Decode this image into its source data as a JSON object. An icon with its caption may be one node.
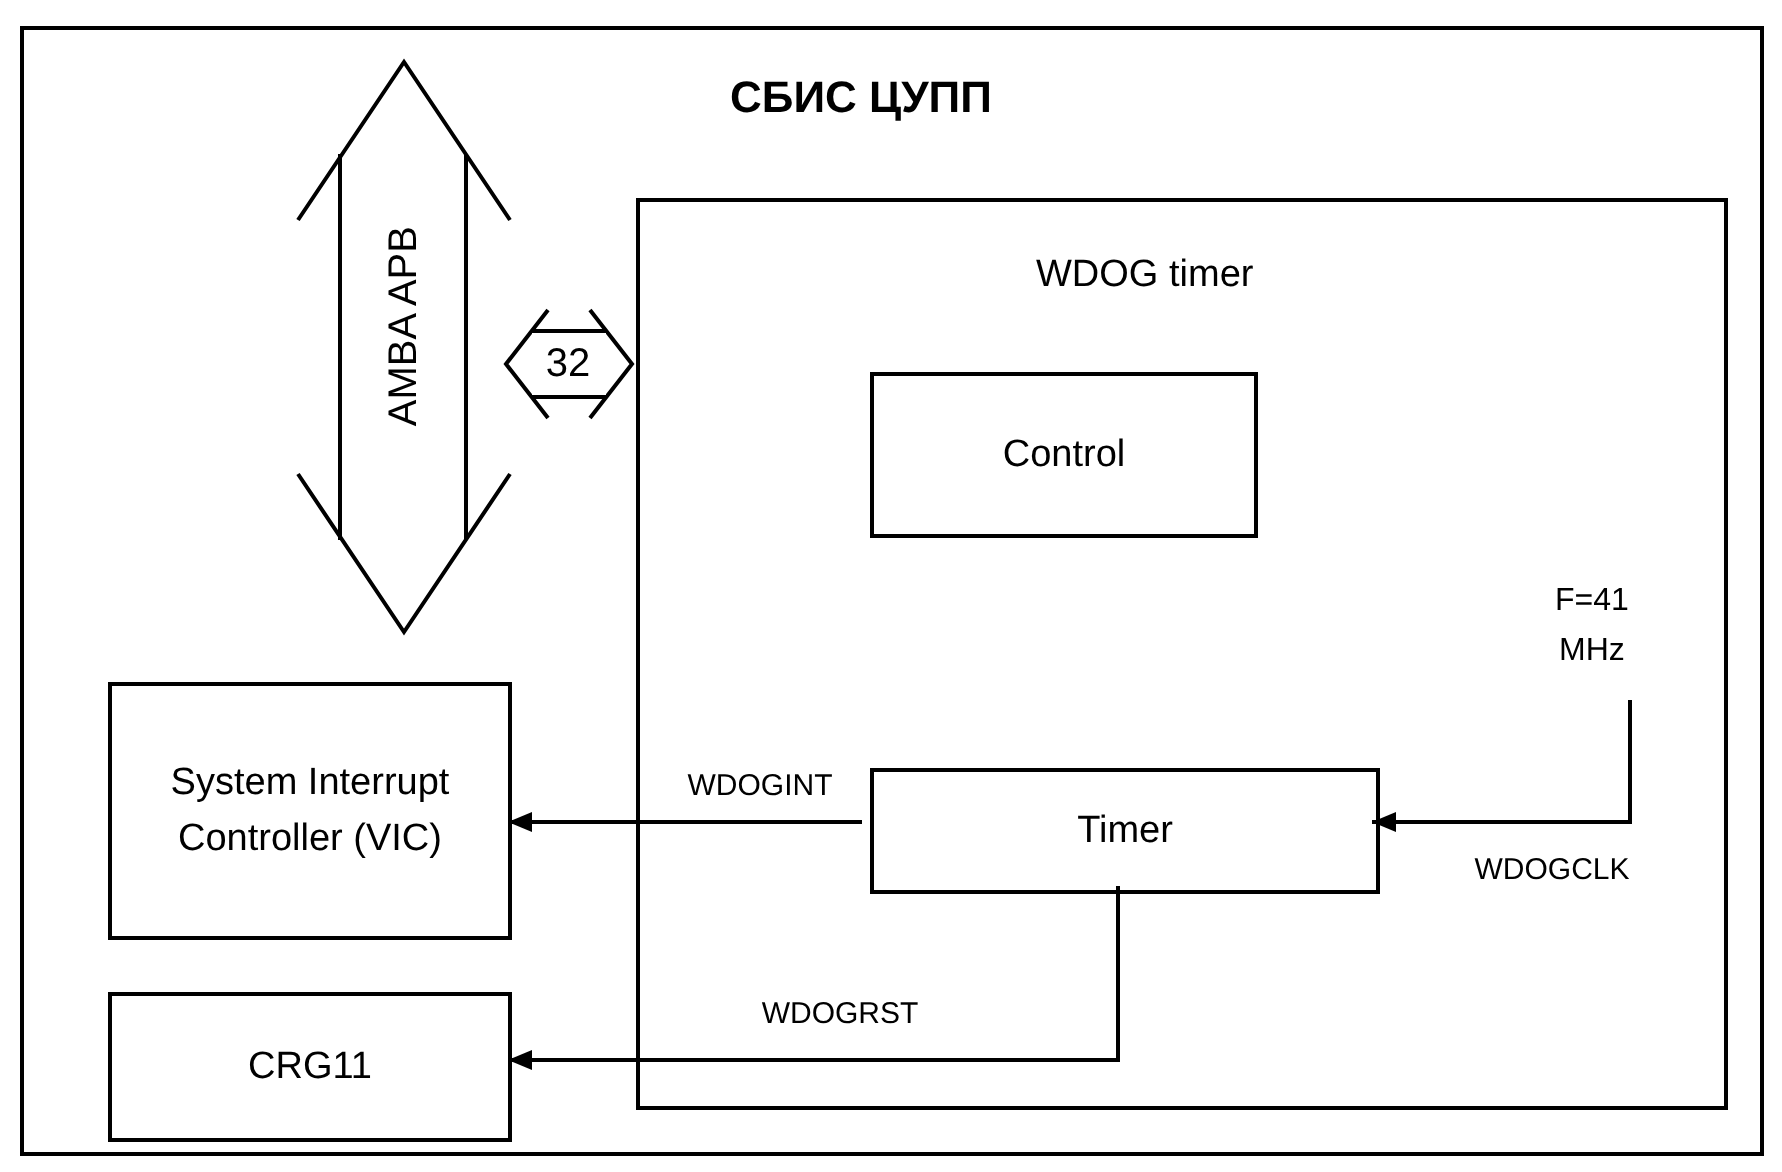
{
  "diagram": {
    "nodes": [
      {
        "text": [
          "СБИС ЦУПП"
        ]
      },
      {
        "text": [
          "AMBA APB"
        ],
        "in": 0
      },
      {
        "text": [
          "WDOG timer"
        ],
        "in": 0
      },
      {
        "text": [
          "Control"
        ],
        "in": 2
      },
      {
        "text": [
          "F=41 MHz"
        ],
        "in": 2
      },
      {
        "text": [
          "Timer"
        ],
        "in": 2
      },
      {
        "text": [
          "System Interrupt Controller (VIC)"
        ],
        "in": 0
      },
      {
        "text": [
          "CRG11"
        ],
        "in": 0
      }
    ],
    "edges": [
      {
        "from": 1,
        "to": 2,
        "arrow": "both",
        "label": "32",
        "style": "thick"
      },
      {
        "from": 4,
        "to": 5,
        "arrow": "to",
        "label": "WDOGCLK"
      },
      {
        "from": 5,
        "to": 6,
        "arrow": "to",
        "label": "WDOGINT"
      },
      {
        "from": 5,
        "to": 7,
        "arrow": "to",
        "label": "WDOGRST"
      }
    ]
  }
}
